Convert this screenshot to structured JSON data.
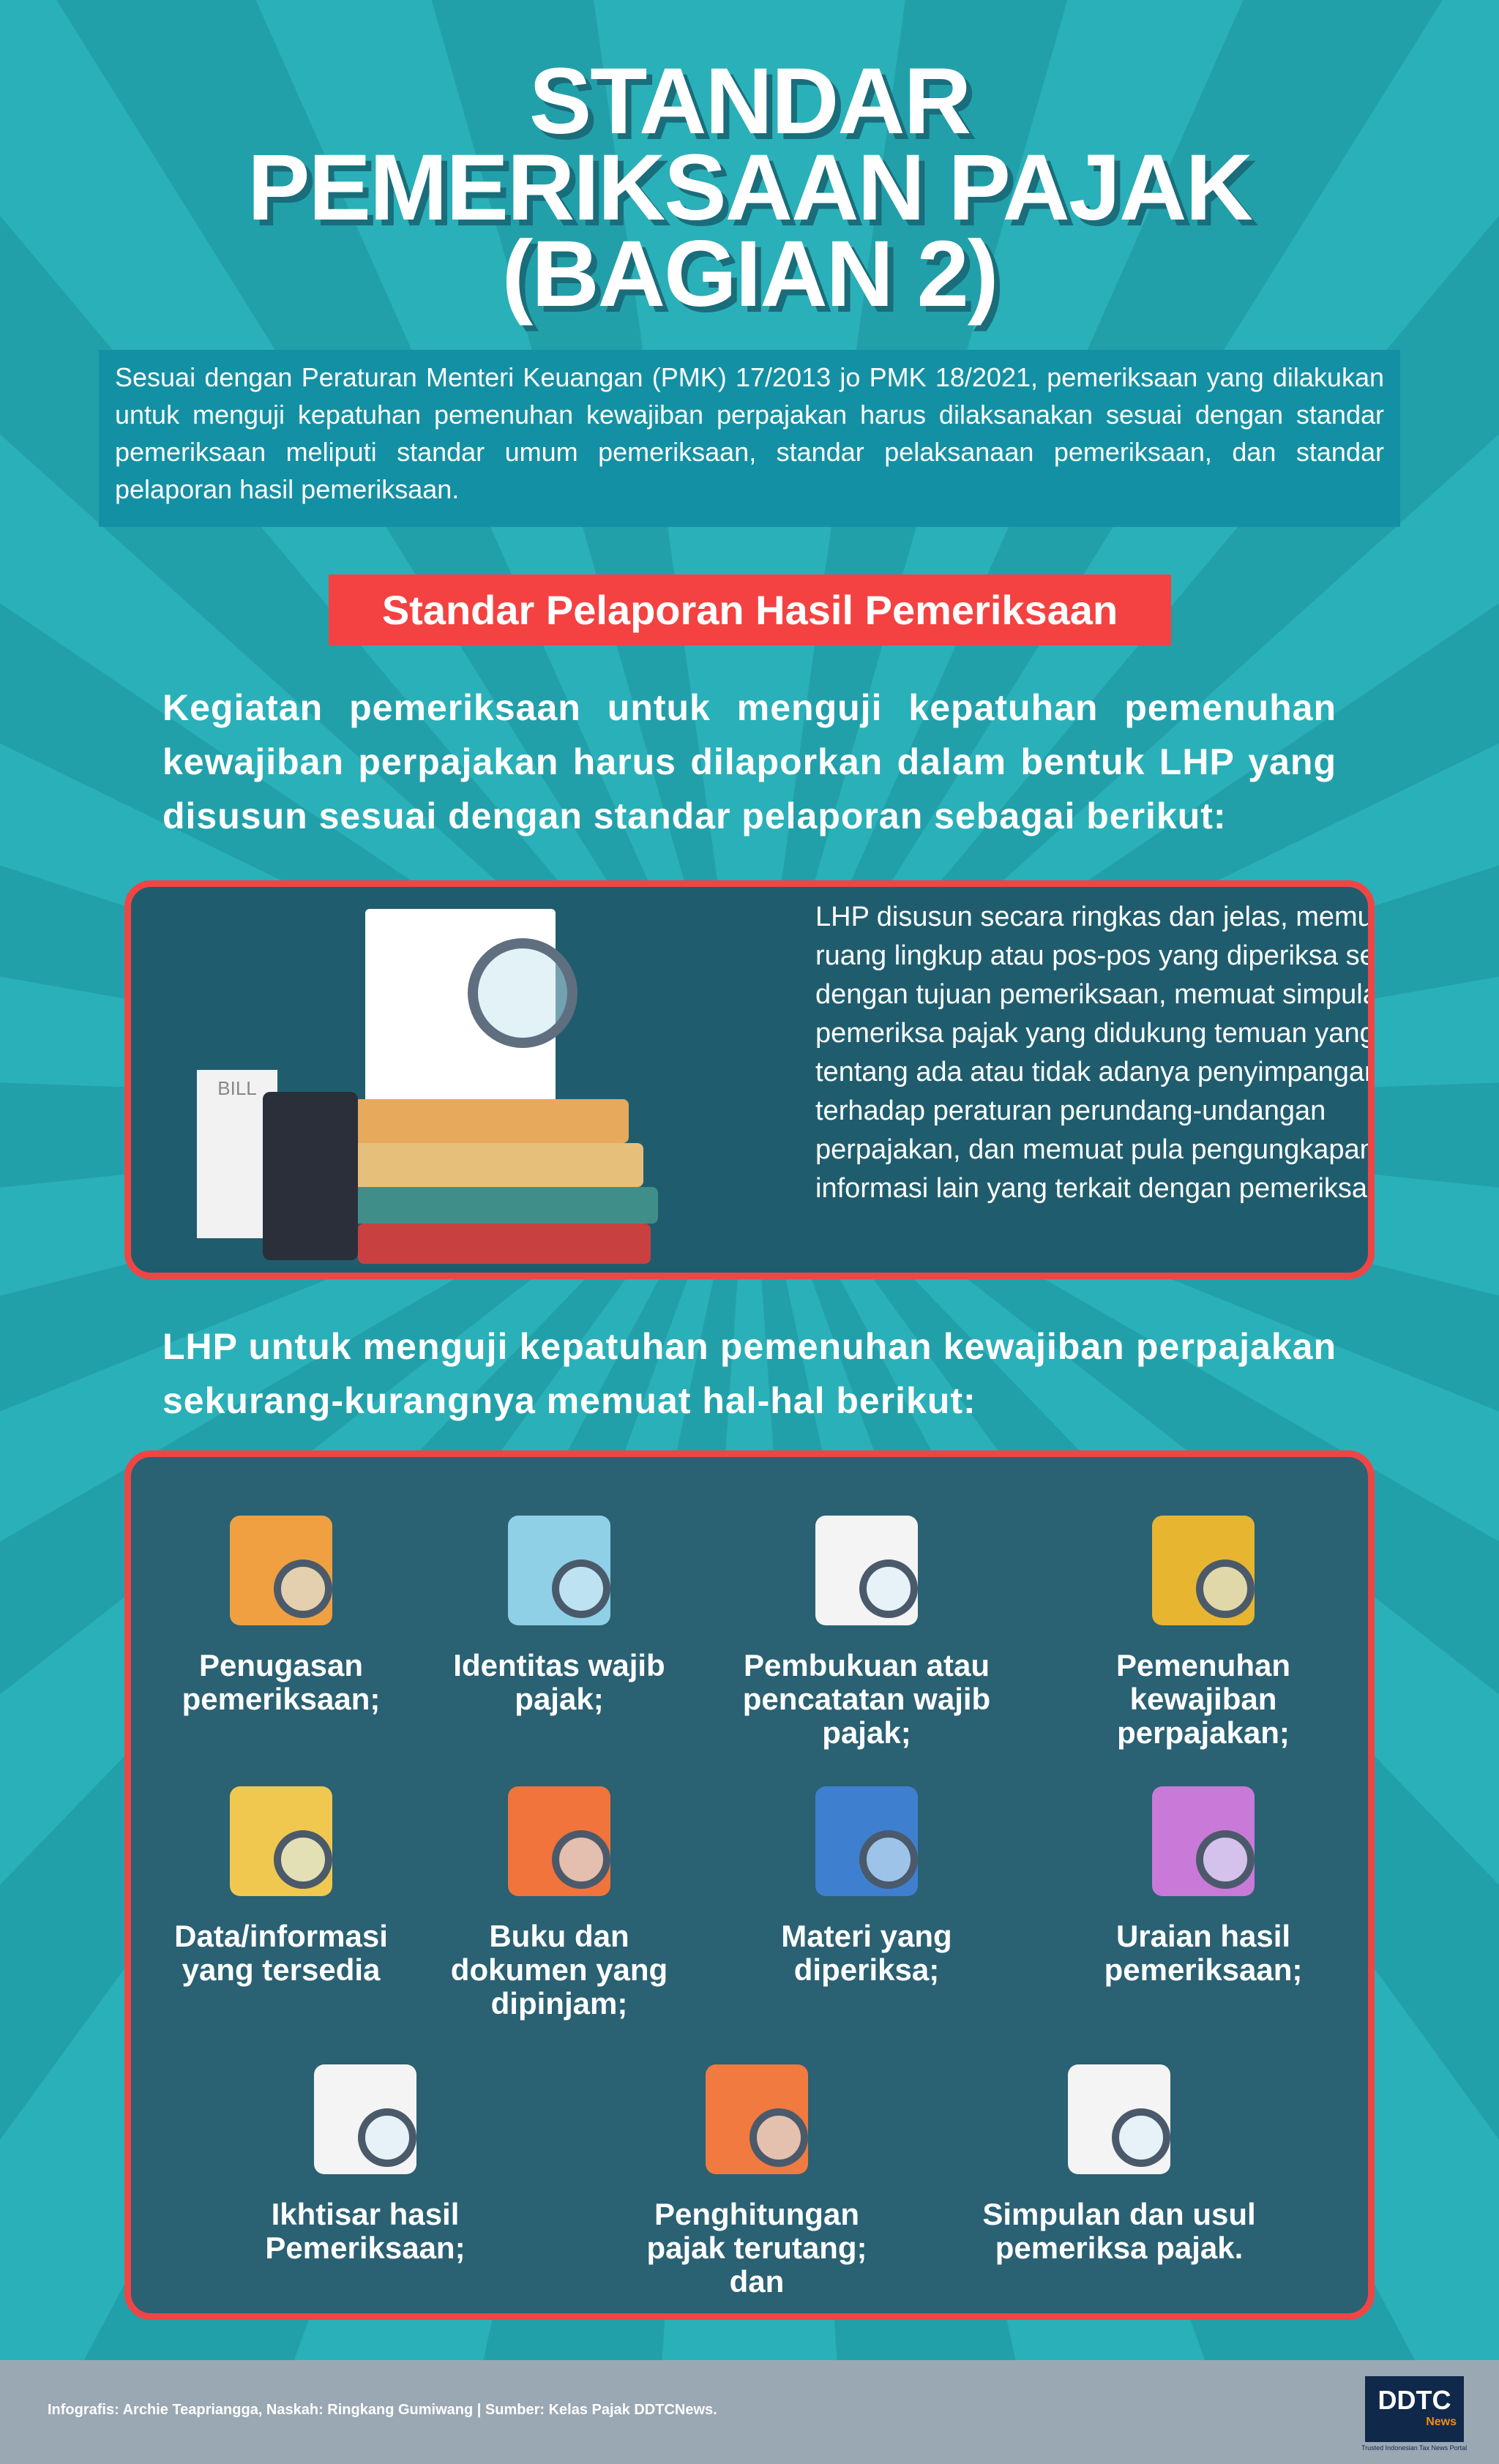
{
  "title": [
    "STANDAR",
    "PEMERIKSAAN PAJAK",
    "(BAGIAN 2)"
  ],
  "intro": "Sesuai dengan Peraturan Menteri Keuangan (PMK) 17/2013 jo PMK 18/2021, pemeriksaan yang dilakukan untuk menguji kepatuhan pemenuhan kewajiban perpajakan harus dilaksanakan sesuai dengan standar pemeriksaan meliputi standar umum pemeriksaan, standar pelaksanaan pemeriksaan, dan standar pelaporan hasil pemeriksaan.",
  "section_label": "Standar Pelaporan Hasil Pemeriksaan",
  "para1": "Kegiatan pemeriksaan untuk menguji kepatuhan pemenuhan kewajiban perpajakan harus dilaporkan dalam bentuk LHP yang disusun sesuai dengan standar pelaporan sebagai berikut:",
  "box1": {
    "text": "LHP disusun secara ringkas dan jelas, memuat ruang lingkup atau pos-pos yang diperiksa sesuai dengan tujuan pemeriksaan, memuat simpulan pemeriksa pajak yang didukung temuan yang kuat tentang ada atau tidak adanya penyimpangan terhadap peraturan perundang-undangan perpajakan, dan memuat pula pengungkapan informasi lain yang terkait dengan pemeriksaan.",
    "bill_label": "BILL"
  },
  "para2": "LHP untuk menguji kepatuhan pemenuhan kewajiban perpajakan sekurang-kurangnya memuat hal-hal berikut:",
  "items": [
    {
      "label": "Penugasan pemeriksaan;",
      "icon": "people-magnifier"
    },
    {
      "label": "Identitas wajib pajak;",
      "icon": "id-card"
    },
    {
      "label": "Pembukuan atau pencatatan wajib pajak;",
      "icon": "notebook"
    },
    {
      "label": "Pemenuhan kewajiban perpajakan;",
      "icon": "money-bags"
    },
    {
      "label": "Data/informasi yang tersedia",
      "icon": "data-docs"
    },
    {
      "label": "Buku dan dokumen yang dipinjam;",
      "icon": "document-boxes"
    },
    {
      "label": "Materi yang diperiksa;",
      "icon": "person-inspecting"
    },
    {
      "label": "Uraian hasil pemeriksaan;",
      "icon": "folder-checklist"
    },
    {
      "label": "Ikhtisar hasil Pemeriksaan;",
      "icon": "checklist"
    },
    {
      "label": "Penghitungan pajak terutang; dan",
      "icon": "calculator"
    },
    {
      "label": "Simpulan dan usul pemeriksa pajak.",
      "icon": "approved-doc"
    }
  ],
  "footer": {
    "credit": "Infografis: Archie Teapriangga, Naskah: Ringkang Gumiwang | Sumber: Kelas Pajak DDTCNews.",
    "logo": "DDTC",
    "logo_sub": "News",
    "tagline": "Trusted Indonesian Tax News Portal"
  },
  "colors": {
    "bg": "#26a9b2",
    "accent": "#f44242",
    "box": "#1f5d6e"
  }
}
